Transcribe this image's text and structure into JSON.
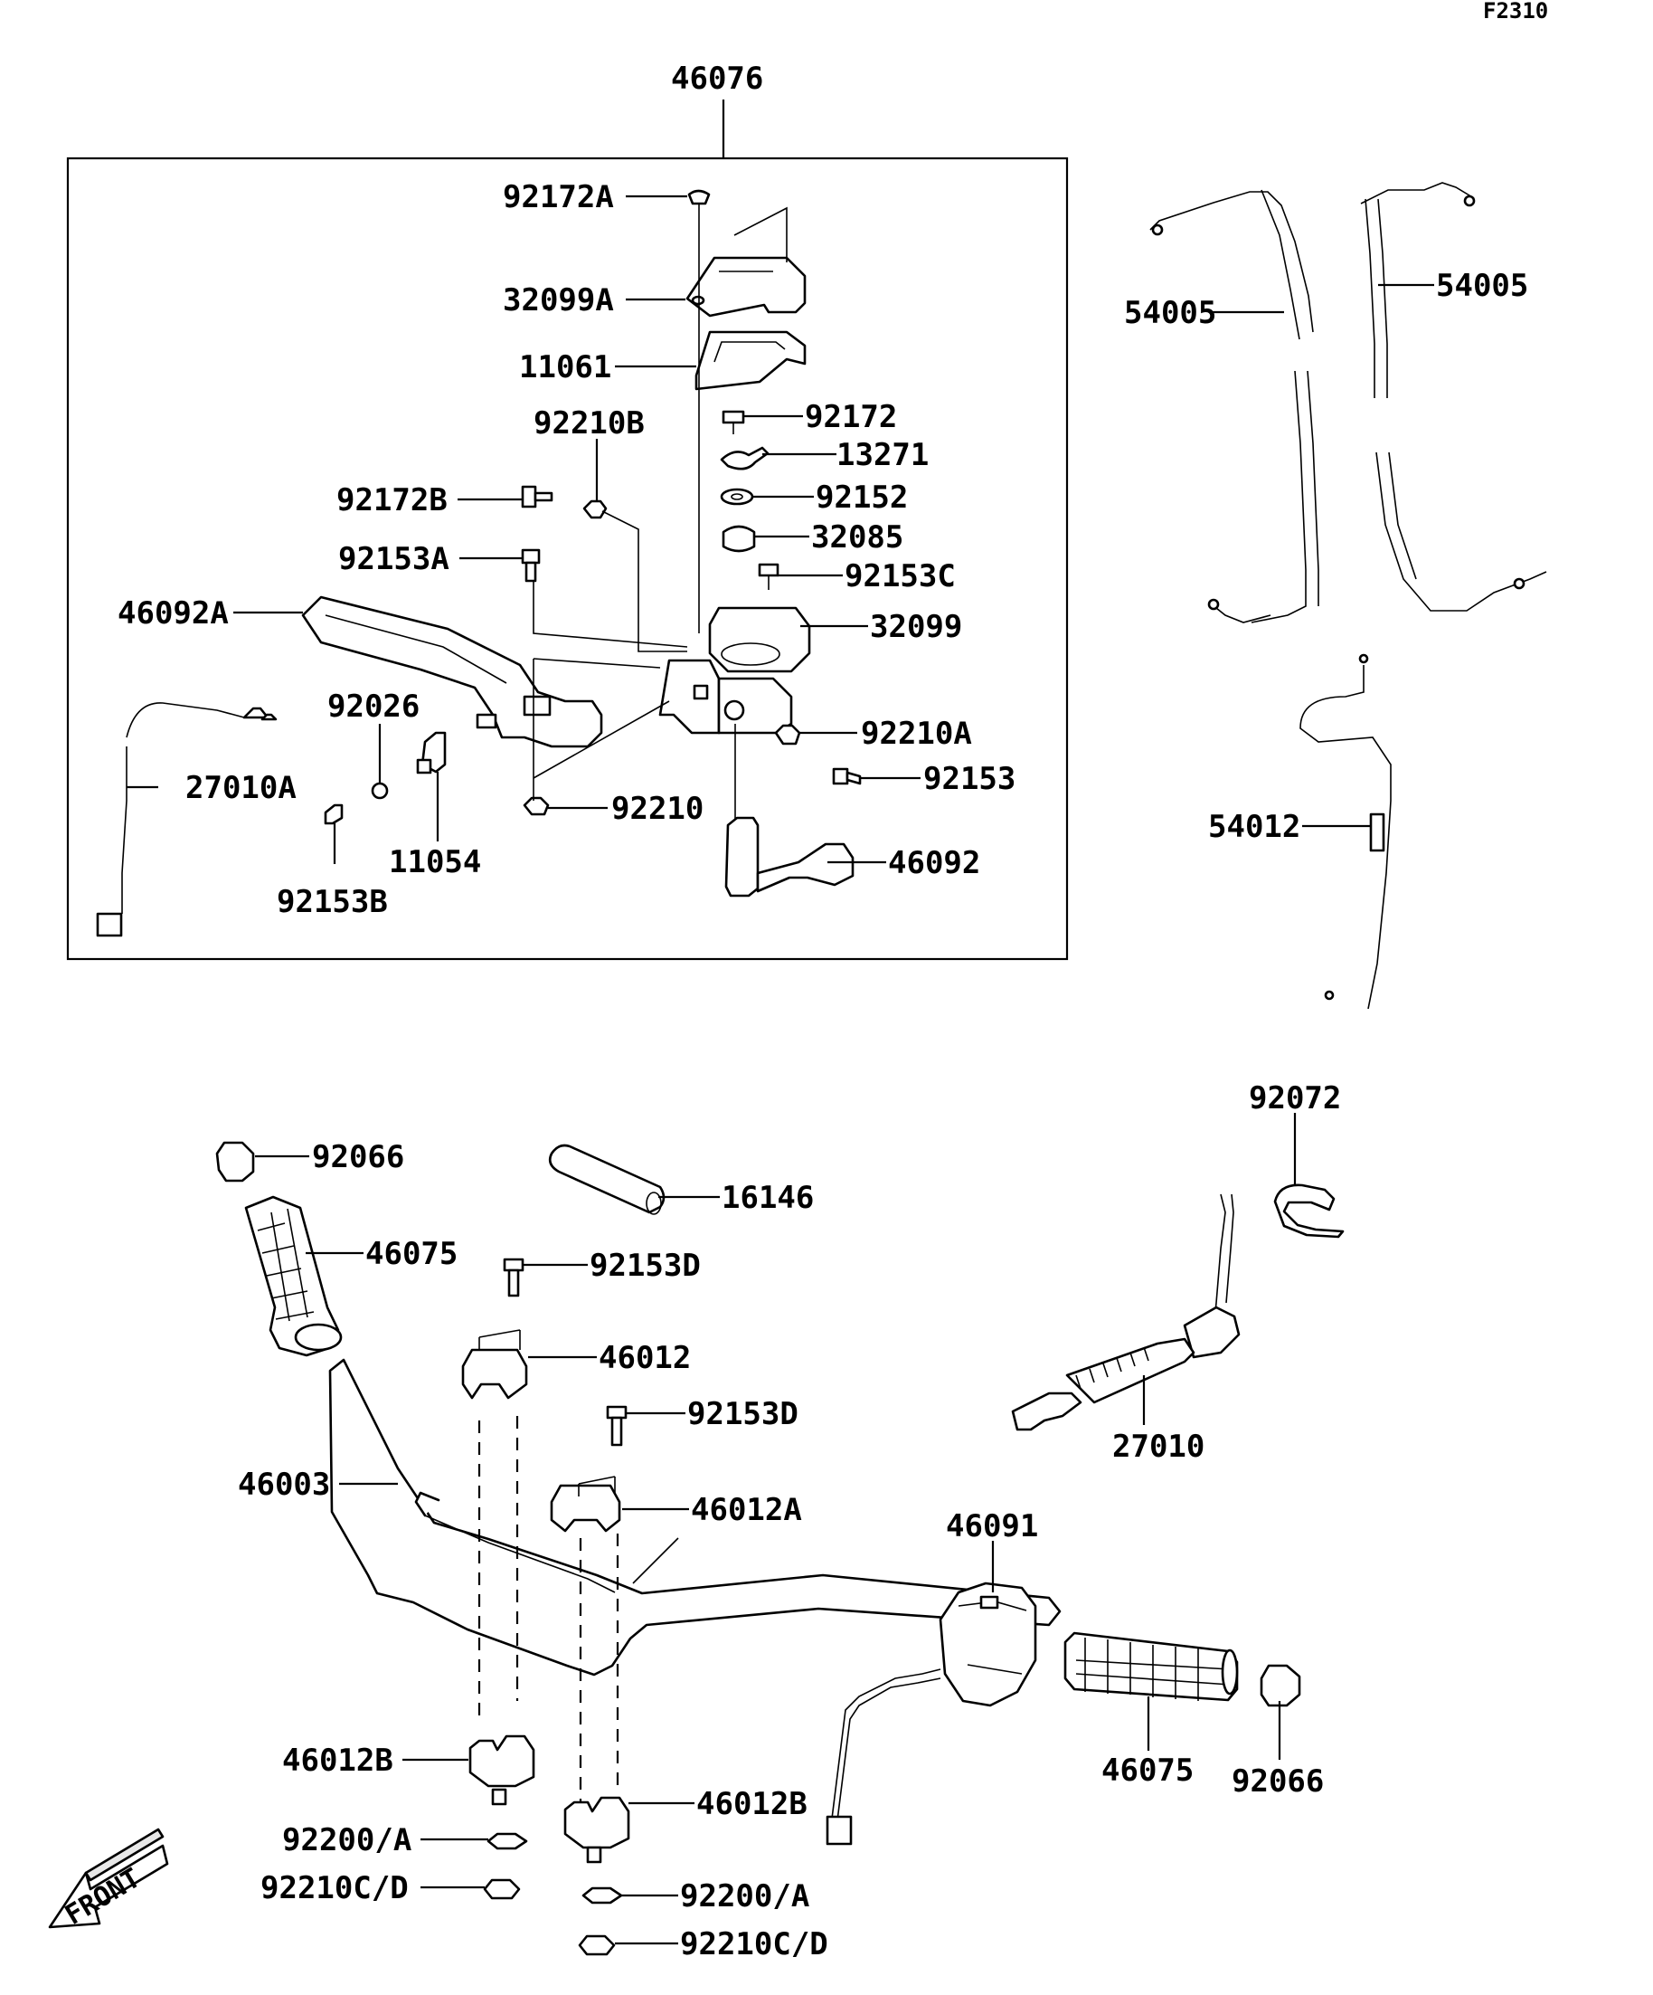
{
  "figure_code": "F2310",
  "assembly_label": "46076",
  "front_label": "FRONT",
  "labels": {
    "p92172A": "92172A",
    "p32099A": "32099A",
    "p11061": "11061",
    "p92172": "92172",
    "p13271": "13271",
    "p92152": "92152",
    "p32085": "32085",
    "p92153C": "92153C",
    "p32099": "32099",
    "p92210B": "92210B",
    "p92172B": "92172B",
    "p92153A": "92153A",
    "p46092A": "46092A",
    "p92026": "92026",
    "p27010A": "27010A",
    "p11054": "11054",
    "p92153B": "92153B",
    "p92210A": "92210A",
    "p92153": "92153",
    "p92210": "92210",
    "p46092": "46092",
    "p54005L": "54005",
    "p54005R": "54005",
    "p54012": "54012",
    "p92066L": "92066",
    "p46075L": "46075",
    "p16146": "16146",
    "p92153D1": "92153D",
    "p46012": "46012",
    "p92153D2": "92153D",
    "p46003": "46003",
    "p46012A": "46012A",
    "p46012B1": "46012B",
    "p46012B2": "46012B",
    "p92200A1": "92200/A",
    "p92210CD1": "92210C/D",
    "p92200A2": "92200/A",
    "p92210CD2": "92210C/D",
    "p92072": "92072",
    "p27010": "27010",
    "p46091": "46091",
    "p46075R": "46075",
    "p92066R": "92066"
  }
}
